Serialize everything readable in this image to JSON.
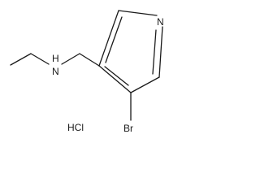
{
  "molecule": {
    "amine_label": "H",
    "amine_n_label": "N",
    "ring_n_label": "N",
    "bromo_label": "Br",
    "salt_label": "HCl"
  }
}
